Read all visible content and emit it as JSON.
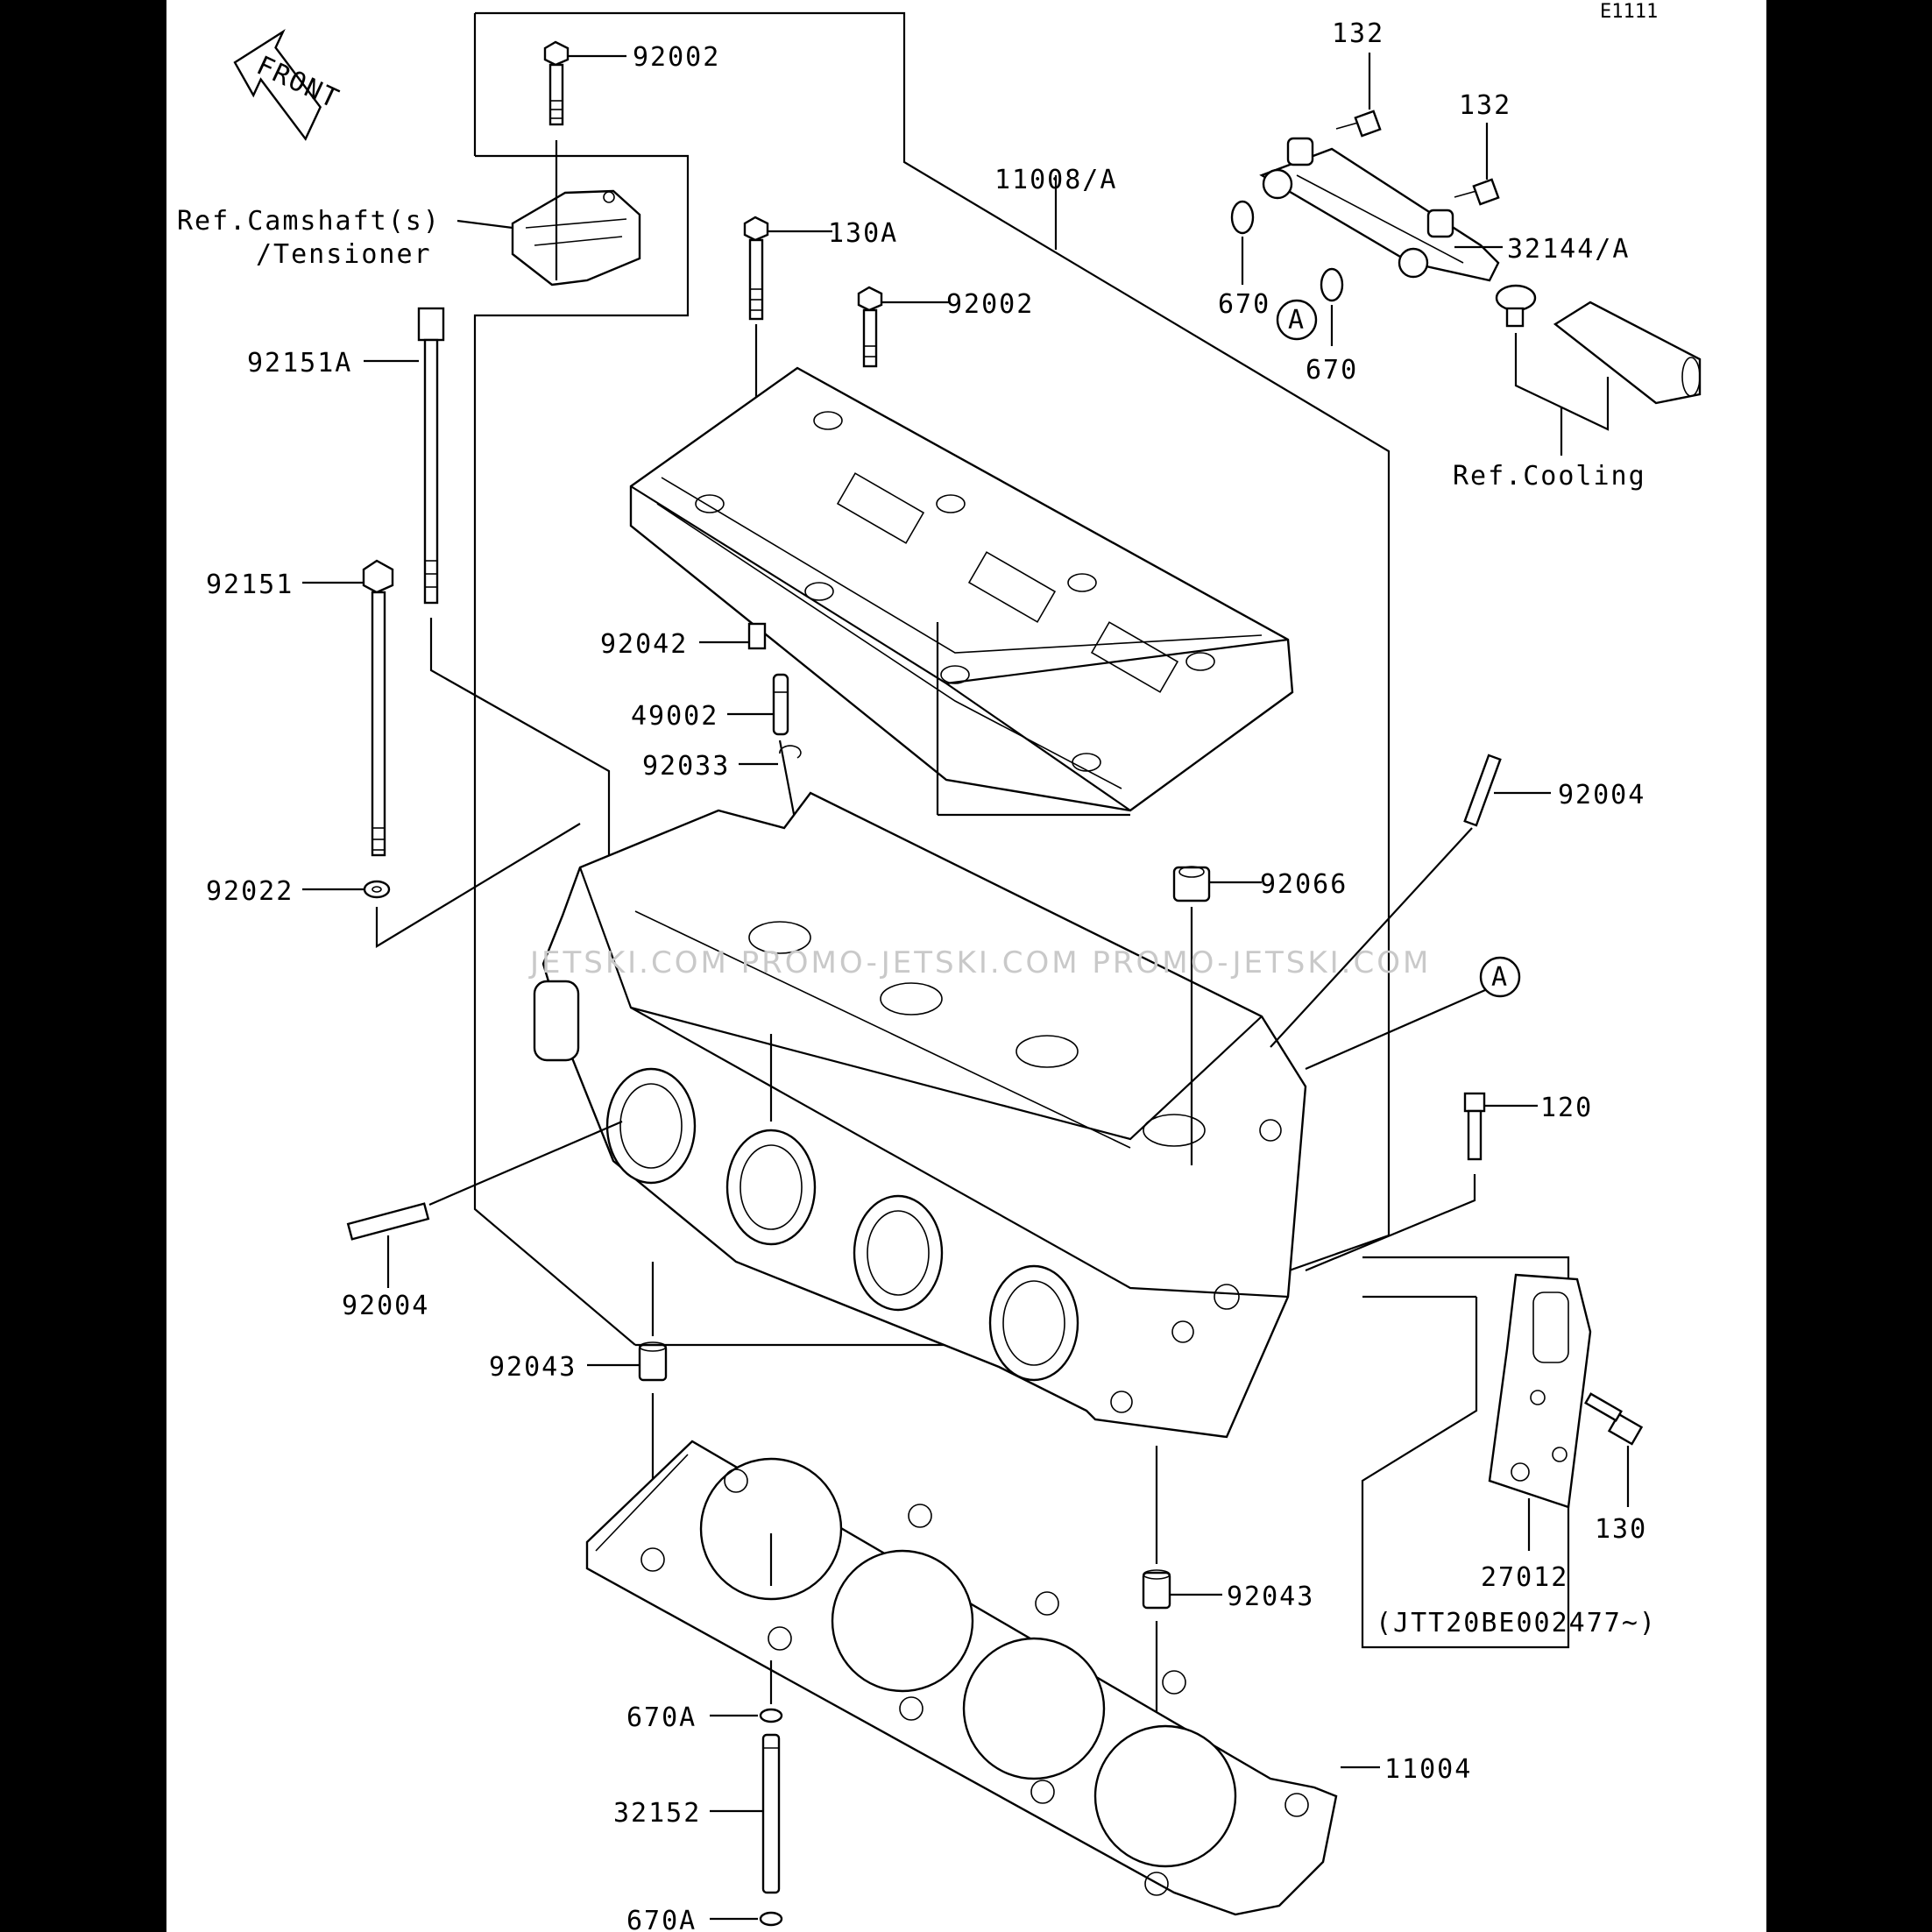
{
  "diagram_code": "E1111",
  "front_arrow_label": "FRONT",
  "watermark": "JETSKI.COM  PROMO-JETSKI.COM  PROMO-JETSKI.COM",
  "callouts": {
    "c92002_top": "92002",
    "ref_camshaft_line1": "Ref.Camshaft(s)",
    "ref_camshaft_line2": "/Tensioner",
    "c11008A": "11008/A",
    "c130A": "130A",
    "c92002_mid": "92002",
    "c92151A": "92151A",
    "c92151": "92151",
    "c92042": "92042",
    "c49002": "49002",
    "c92033": "92033",
    "c92022": "92022",
    "c92004_right": "92004",
    "c92066": "92066",
    "cA_right": "A",
    "c120": "120",
    "c92004_left": "92004",
    "c92043_left": "92043",
    "c92043_right": "92043",
    "c670A_top": "670A",
    "c32152": "32152",
    "c670A_bottom": "670A",
    "c11004": "11004",
    "c27012": "27012",
    "c27012_serial": "(JTT20BE002477~)",
    "c130": "130",
    "c132_top": "132",
    "c132_mid": "132",
    "c32144A": "32144/A",
    "c670_left": "670",
    "c670_right": "670",
    "cA_pipe": "A",
    "ref_cooling": "Ref.Cooling"
  }
}
